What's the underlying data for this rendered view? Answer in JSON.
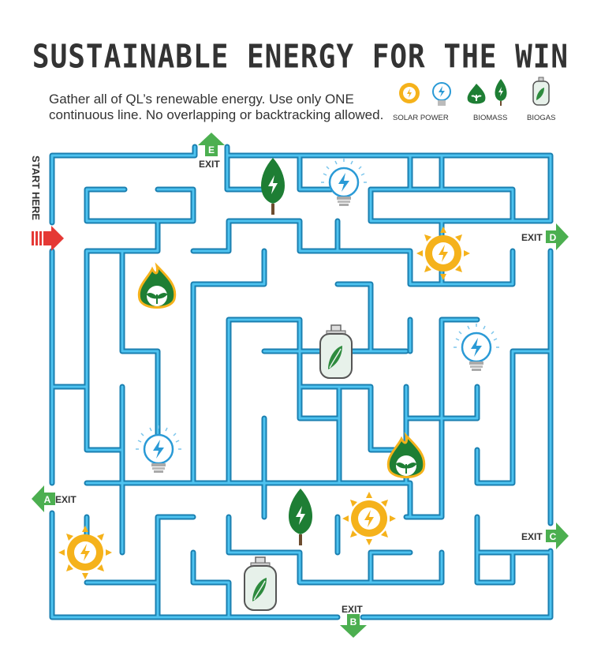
{
  "title": "SUSTAINABLE ENERGY FOR THE WIN",
  "instructions": {
    "line1": "Gather all of QL’s renewable energy. Use only ONE",
    "line2": "continuous line. No overlapping or backtracking allowed."
  },
  "legend": {
    "solar": "SOLAR POWER",
    "biomass": "BIOMASS",
    "biogas": "BIOGAS"
  },
  "start_label": "START HERE",
  "exits": {
    "a": {
      "word": "EXIT",
      "letter": "A"
    },
    "b": {
      "word": "EXIT",
      "letter": "B"
    },
    "c": {
      "word": "EXIT",
      "letter": "C"
    },
    "d": {
      "word": "EXIT",
      "letter": "D"
    },
    "e": {
      "word": "EXIT",
      "letter": "E"
    }
  },
  "colors": {
    "maze_wall": "#29a3d8",
    "maze_wall_dark": "#1a7fb0",
    "exit_arrow": "#4caf50",
    "start_arrow": "#e53935",
    "sun": "#f5b21b",
    "biomass_green": "#1e7e34",
    "bulb_blue": "#2a9ad6"
  },
  "icons": {
    "solar": "sun-bolt-icon",
    "wind_bulb": "lightbulb-bolt-icon",
    "biomass_fire": "flame-sprout-icon",
    "biomass_leaf": "leaf-bolt-icon",
    "biogas": "gas-cylinder-leaf-icon"
  }
}
